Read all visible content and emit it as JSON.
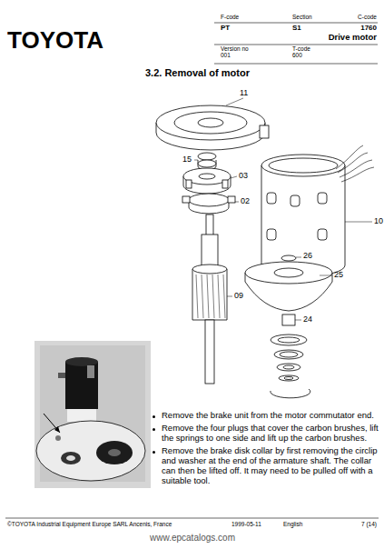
{
  "diagram": {
    "title": "3.2. Removal of motor",
    "labels": [
      "TOYOTA",
      "F-code",
      "Section",
      "C-code",
      "PT",
      "S1",
      "1760",
      "Drive motor",
      "Version no",
      "001",
      "T-code",
      "600",
      "11",
      "15",
      "03",
      "02",
      "10",
      "26",
      "25",
      "09",
      "24",
      "Remove the brake unit from the motor commutator end.",
      "Remove the four plugs that cover the carbon brushes, lift the springs to one side and lift up the carbon brushes.",
      "Remove the brake disk collar by first removing the circlip and washer at the end of the armature shaft. The collar can then be lifted off. It may need to be pulled off with a suitable tool.",
      "©TOYOTA Industrial Equipment Europe SARL Ancenis, France",
      "1999-05-11",
      "English",
      "7 (14)",
      "www.epcatalogs.com"
    ]
  }
}
